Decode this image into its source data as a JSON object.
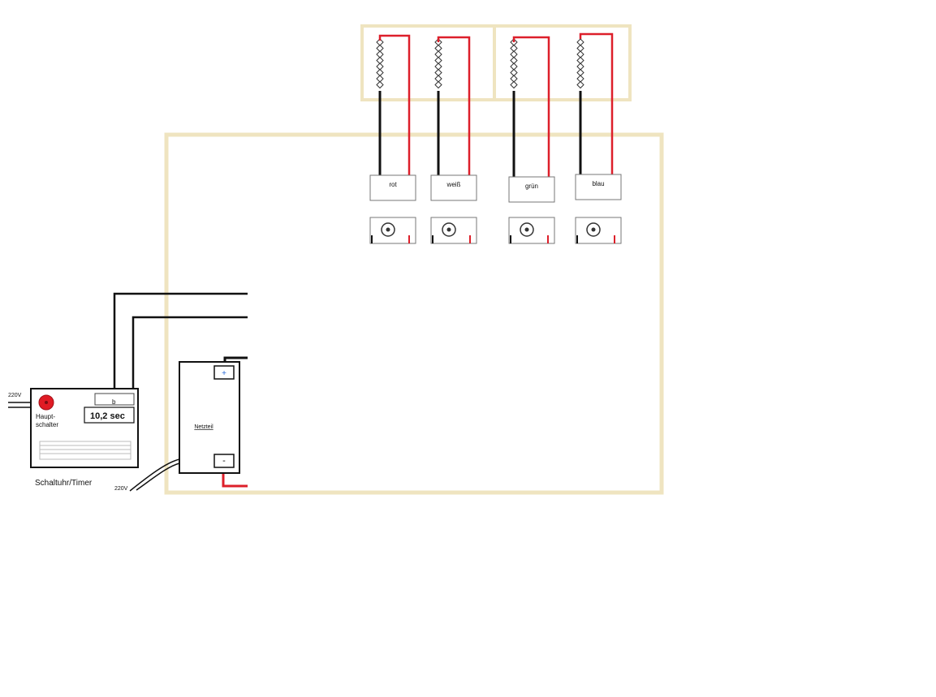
{
  "colors": {
    "frame": "#efe4c0",
    "wire_black": "#111111",
    "wire_red": "#dd1f2a",
    "button_red": "#e01b24",
    "box_border": "#222222",
    "relay_border": "#777777"
  },
  "relays": [
    {
      "label": "rot"
    },
    {
      "label": "weiß"
    },
    {
      "label": "grün"
    },
    {
      "label": "blau"
    }
  ],
  "timer": {
    "main_switch_label_1": "Haupt-",
    "main_switch_label_2": "schalter",
    "display_value": "10,2 sec",
    "small_label": "b",
    "caption": "Schaltuhr/Timer",
    "input_label": "220V",
    "icons": [
      "red-main-switch-icon"
    ]
  },
  "power_supply": {
    "label": "Netzteil",
    "plus": "+",
    "minus": "-",
    "input_label": "220V"
  },
  "led_strip_icon": "led-strip-icon",
  "connector_icon": "round-connector-icon"
}
